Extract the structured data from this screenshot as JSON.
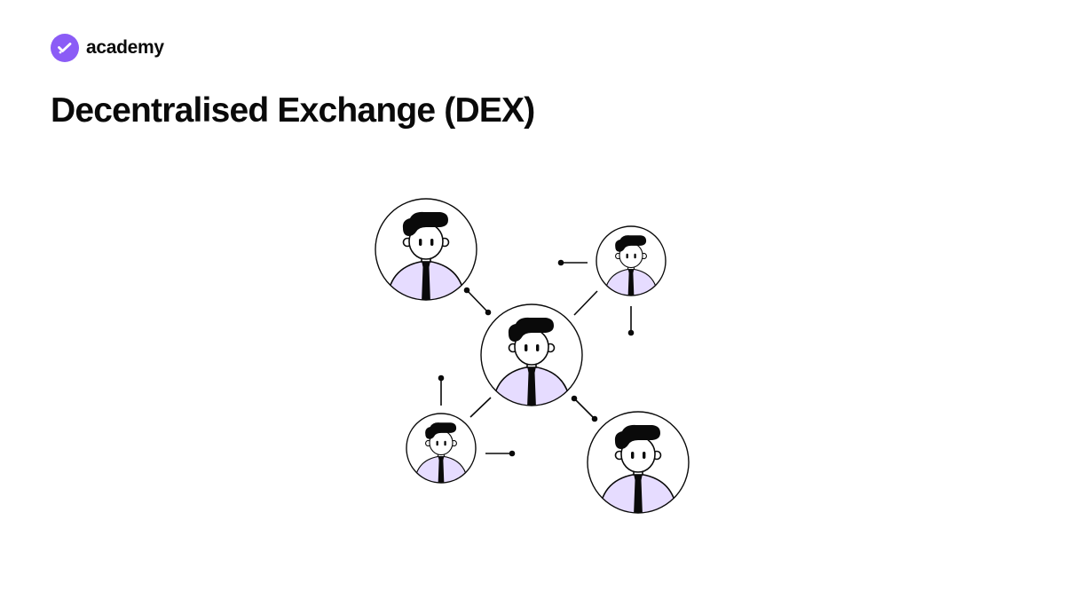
{
  "brand": {
    "name": "academy",
    "accent": "#8b5cf6",
    "icon": "check-badge-icon"
  },
  "title": "Decentralised Exchange (DEX)",
  "diagram": {
    "nodes": [
      {
        "id": "node-top-left",
        "icon": "person-avatar-icon",
        "role": "peer"
      },
      {
        "id": "node-top-right",
        "icon": "person-avatar-icon",
        "role": "peer"
      },
      {
        "id": "node-center",
        "icon": "person-avatar-icon",
        "role": "peer"
      },
      {
        "id": "node-bottom-left",
        "icon": "person-avatar-icon",
        "role": "peer"
      },
      {
        "id": "node-bottom-right",
        "icon": "person-avatar-icon",
        "role": "peer"
      }
    ],
    "colors": {
      "shirt": "#e6dcff",
      "line": "#0a0a0a"
    }
  }
}
